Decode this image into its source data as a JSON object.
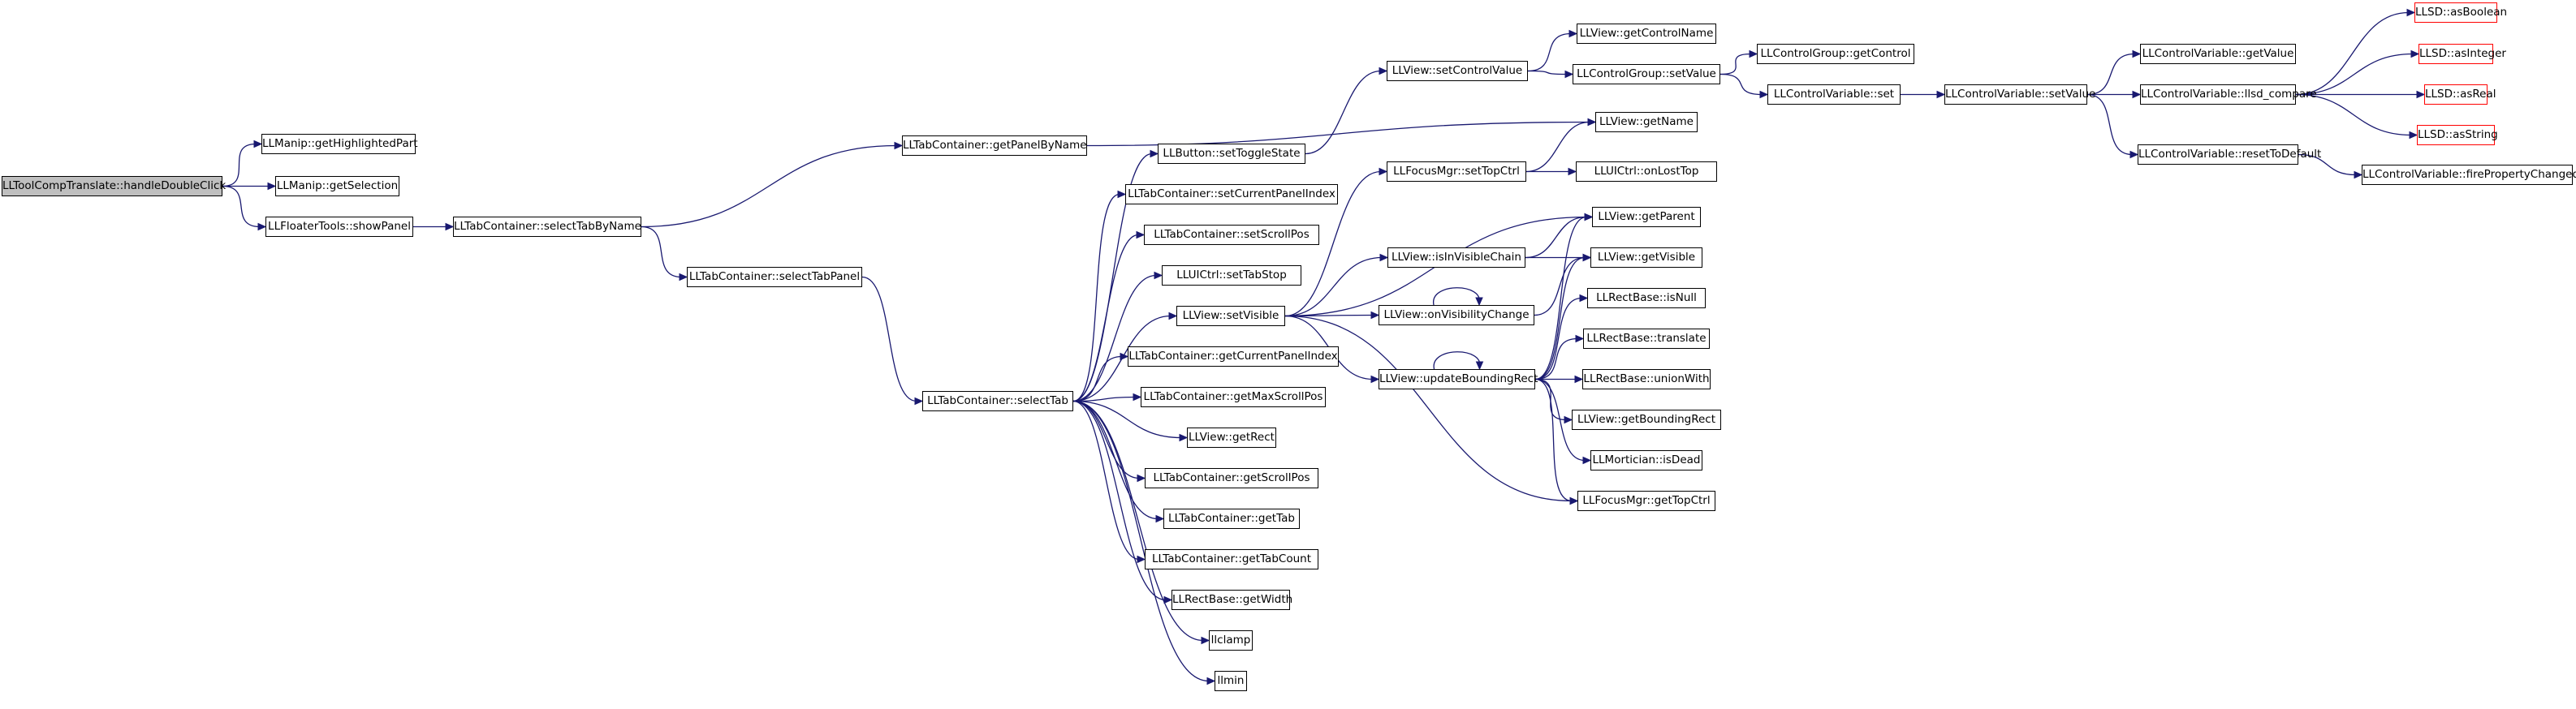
{
  "colors": {
    "edge": "#191970",
    "root_fill": "#bfbfbf",
    "border": "#000000",
    "external_border": "#ff0000"
  },
  "nodes": [
    {
      "label": "LLToolCompTranslate::handleDoubleClick",
      "kind": "root"
    },
    {
      "label": "LLManip::getHighlightedPart"
    },
    {
      "label": "LLManip::getSelection"
    },
    {
      "label": "LLFloaterTools::showPanel"
    },
    {
      "label": "LLTabContainer::selectTabByName"
    },
    {
      "label": "LLTabContainer::getPanelByName"
    },
    {
      "label": "LLTabContainer::selectTabPanel"
    },
    {
      "label": "LLTabContainer::selectTab"
    },
    {
      "label": "LLButton::setToggleState"
    },
    {
      "label": "LLTabContainer::setCurrentPanelIndex"
    },
    {
      "label": "LLTabContainer::setScrollPos"
    },
    {
      "label": "LLUICtrl::setTabStop"
    },
    {
      "label": "LLView::setVisible"
    },
    {
      "label": "LLTabContainer::getCurrentPanelIndex"
    },
    {
      "label": "LLTabContainer::getMaxScrollPos"
    },
    {
      "label": "LLView::getRect"
    },
    {
      "label": "LLTabContainer::getScrollPos"
    },
    {
      "label": "LLTabContainer::getTab"
    },
    {
      "label": "LLTabContainer::getTabCount"
    },
    {
      "label": "LLRectBase::getWidth"
    },
    {
      "label": "llclamp"
    },
    {
      "label": "llmin"
    },
    {
      "label": "LLView::setControlValue"
    },
    {
      "label": "LLFocusMgr::setTopCtrl"
    },
    {
      "label": "LLView::isInVisibleChain"
    },
    {
      "label": "LLView::onVisibilityChange"
    },
    {
      "label": "LLView::updateBoundingRect"
    },
    {
      "label": "LLView::getControlName"
    },
    {
      "label": "LLControlGroup::setValue"
    },
    {
      "label": "LLView::getName"
    },
    {
      "label": "LLUICtrl::onLostTop"
    },
    {
      "label": "LLView::getParent"
    },
    {
      "label": "LLView::getVisible"
    },
    {
      "label": "LLRectBase::isNull"
    },
    {
      "label": "LLRectBase::translate"
    },
    {
      "label": "LLRectBase::unionWith"
    },
    {
      "label": "LLView::getBoundingRect"
    },
    {
      "label": "LLMortician::isDead"
    },
    {
      "label": "LLFocusMgr::getTopCtrl"
    },
    {
      "label": "LLControlGroup::getControl"
    },
    {
      "label": "LLControlVariable::set"
    },
    {
      "label": "LLControlVariable::setValue"
    },
    {
      "label": "LLControlVariable::getValue"
    },
    {
      "label": "LLControlVariable::llsd_compare"
    },
    {
      "label": "LLControlVariable::resetToDefault"
    },
    {
      "label": "LLControlVariable::firePropertyChanged"
    },
    {
      "label": "LLSD::asBoolean",
      "kind": "external"
    },
    {
      "label": "LLSD::asInteger",
      "kind": "external"
    },
    {
      "label": "LLSD::asReal",
      "kind": "external"
    },
    {
      "label": "LLSD::asString",
      "kind": "external"
    }
  ],
  "edges": [
    [
      0,
      1
    ],
    [
      0,
      2
    ],
    [
      0,
      3
    ],
    [
      3,
      4
    ],
    [
      4,
      5
    ],
    [
      4,
      6
    ],
    [
      6,
      7
    ],
    [
      5,
      29
    ],
    [
      7,
      8
    ],
    [
      7,
      9
    ],
    [
      7,
      10
    ],
    [
      7,
      11
    ],
    [
      7,
      12
    ],
    [
      7,
      13
    ],
    [
      7,
      14
    ],
    [
      7,
      15
    ],
    [
      7,
      16
    ],
    [
      7,
      17
    ],
    [
      7,
      18
    ],
    [
      7,
      19
    ],
    [
      7,
      20
    ],
    [
      7,
      21
    ],
    [
      8,
      22
    ],
    [
      22,
      27
    ],
    [
      22,
      28
    ],
    [
      28,
      39
    ],
    [
      28,
      40
    ],
    [
      40,
      41
    ],
    [
      41,
      42
    ],
    [
      41,
      43
    ],
    [
      41,
      44
    ],
    [
      44,
      45
    ],
    [
      43,
      46
    ],
    [
      43,
      47
    ],
    [
      43,
      48
    ],
    [
      43,
      49
    ],
    [
      12,
      23
    ],
    [
      12,
      24
    ],
    [
      12,
      25
    ],
    [
      12,
      26
    ],
    [
      12,
      31
    ],
    [
      12,
      38
    ],
    [
      23,
      29
    ],
    [
      23,
      30
    ],
    [
      24,
      31
    ],
    [
      24,
      32
    ],
    [
      25,
      25
    ],
    [
      25,
      32
    ],
    [
      26,
      26
    ],
    [
      26,
      31
    ],
    [
      26,
      32
    ],
    [
      26,
      33
    ],
    [
      26,
      34
    ],
    [
      26,
      35
    ],
    [
      26,
      36
    ],
    [
      26,
      37
    ],
    [
      26,
      38
    ]
  ]
}
